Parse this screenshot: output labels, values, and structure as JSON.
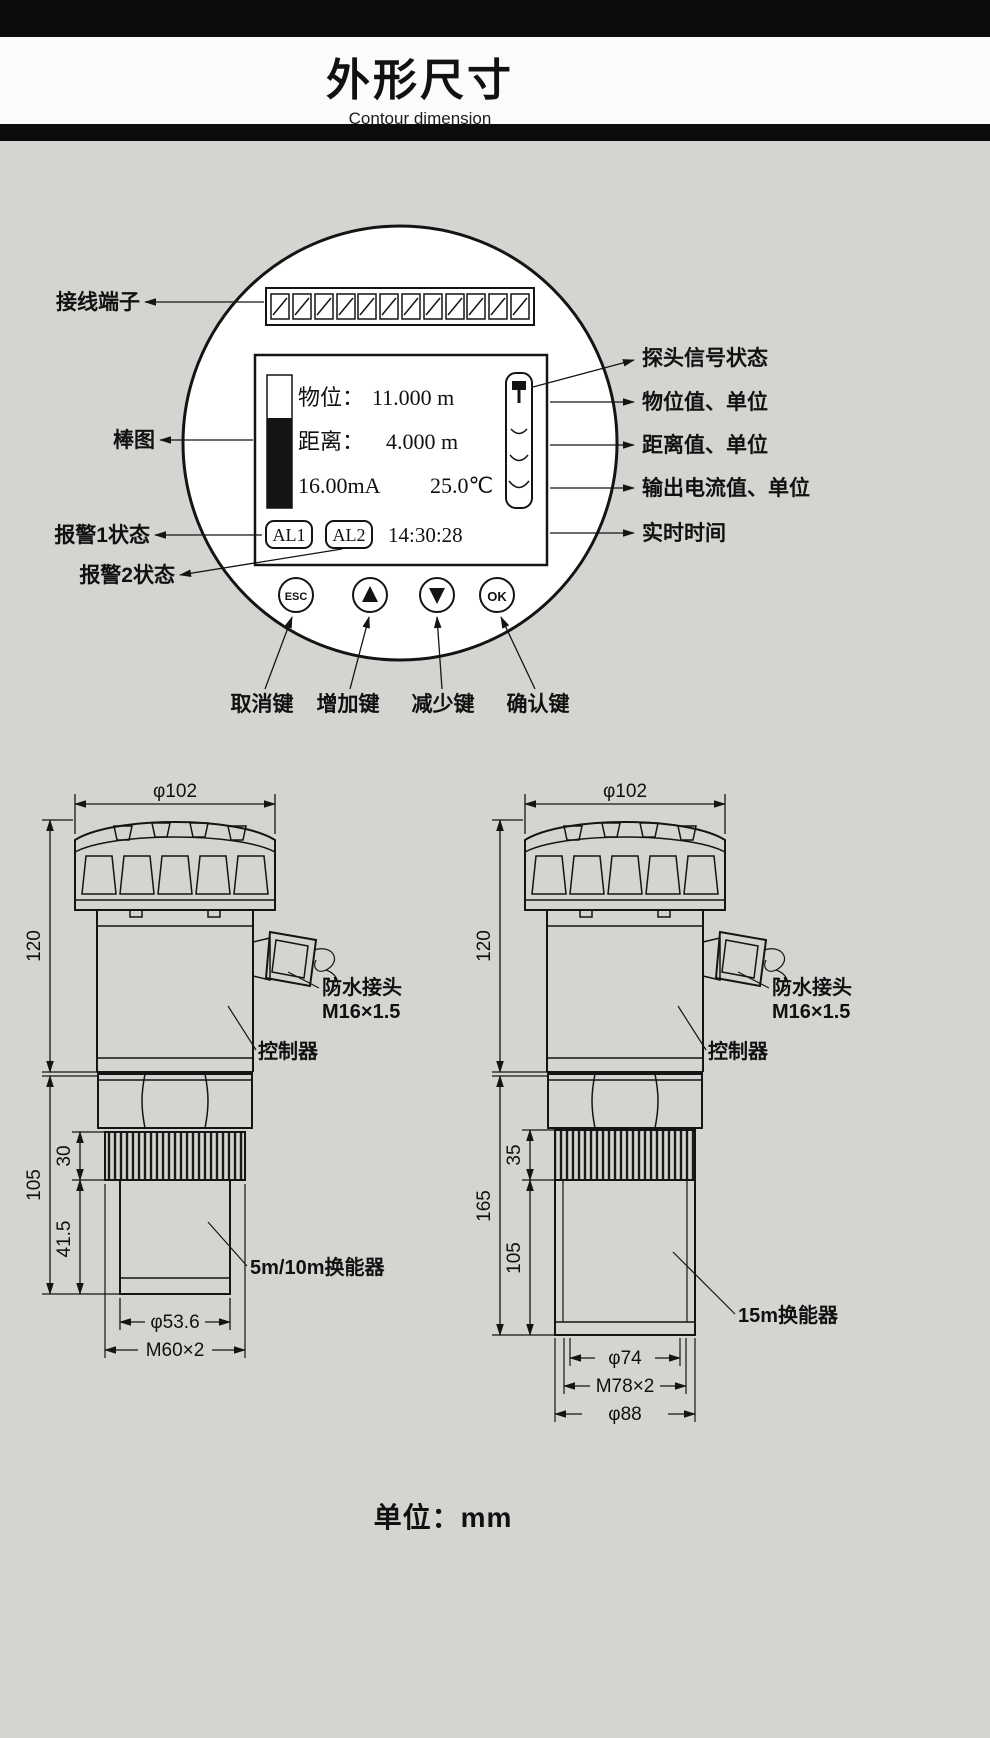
{
  "colors": {
    "background": "#d6d4d1",
    "bar": "#0c0c0c",
    "line": "#141414",
    "panel_fill": "#ffffff"
  },
  "header": {
    "title": "外形尺寸",
    "subtitle": "Contour dimension"
  },
  "panel": {
    "callouts_left": {
      "terminal": "接线端子",
      "bargraph": "棒图",
      "alarm1": "报警1状态",
      "alarm2": "报警2状态"
    },
    "callouts_right": {
      "probe": "探头信号状态",
      "level": "物位值、单位",
      "distance": "距离值、单位",
      "current": "输出电流值、单位",
      "time": "实时时间"
    },
    "display": {
      "level_label": "物位：",
      "level_value": "11.000 m",
      "distance_label": "距离：",
      "distance_value": "4.000 m",
      "current_value": "16.00mA",
      "temperature": "25.0℃",
      "alarm1": "AL1",
      "alarm2": "AL2",
      "clock": "14:30:28"
    },
    "buttons": {
      "esc": "ESC",
      "ok": "OK"
    },
    "key_labels": {
      "esc": "取消键",
      "up": "增加键",
      "down": "减少键",
      "ok": "确认键"
    }
  },
  "drawing_left": {
    "dia_top": "φ102",
    "h_body": "120",
    "h_lower": "105",
    "h_ring": "30",
    "h_cyl": "41.5",
    "dia_cyl": "φ53.6",
    "thread": "M60×2",
    "gland_label": "防水接头",
    "gland_thread": "M16×1.5",
    "controller": "控制器",
    "transducer": "5m/10m换能器"
  },
  "drawing_right": {
    "dia_top": "φ102",
    "h_body": "120",
    "h_lower": "165",
    "h_ring": "35",
    "h_cyl": "105",
    "dia_inner": "φ74",
    "thread": "M78×2",
    "dia_outer": "φ88",
    "gland_label": "防水接头",
    "gland_thread": "M16×1.5",
    "controller": "控制器",
    "transducer": "15m换能器"
  },
  "footer": {
    "unit": "单位：mm"
  }
}
